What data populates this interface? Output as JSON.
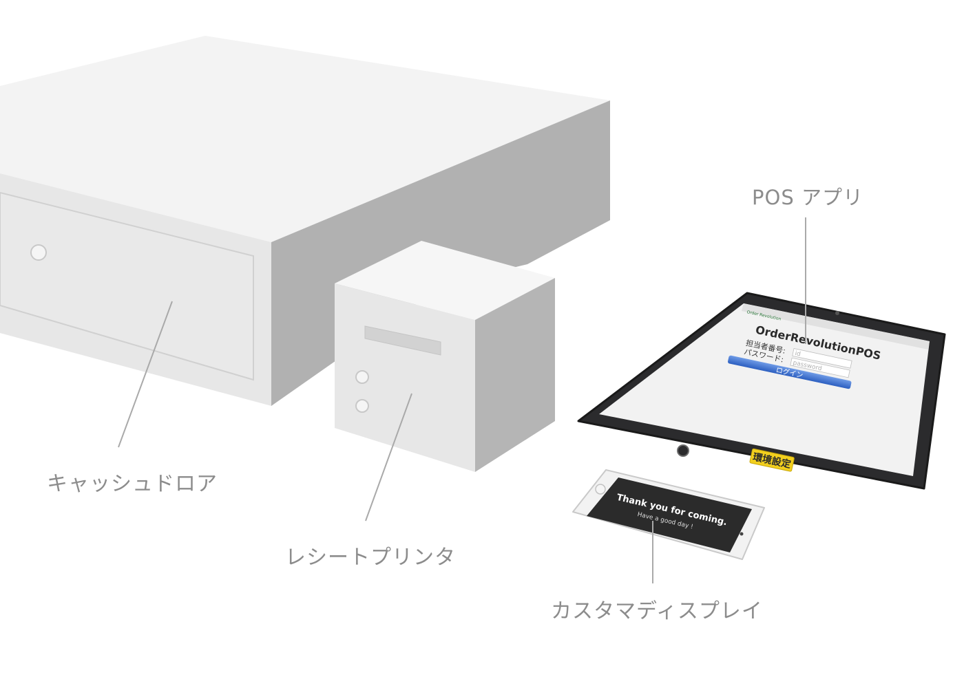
{
  "labels": {
    "cash_drawer": "キャッシュドロア",
    "receipt_printer": "レシートプリンタ",
    "customer_display": "カスタマディスプレイ",
    "pos_app": "POS アプリ"
  },
  "pos_screen": {
    "brand": "Order Revolution",
    "title": "OrderRevolutionPOS",
    "staff_label": "担当者番号:",
    "password_label": "パスワード:",
    "id_placeholder": "id",
    "password_placeholder": "password",
    "login_button": "ログイン",
    "settings_button": "環境設定"
  },
  "customer_screen": {
    "message": "Thank you for coming.",
    "submessage": "Have a good day !"
  },
  "colors": {
    "label_text": "#8c8c8c",
    "leader_line": "#a9a9a9",
    "device_top": "#f3f3f3",
    "device_front": "#e6e6e6",
    "device_side": "#b1b1b1",
    "tablet_body": "#2b2b2d",
    "login_blue": "#3a6fc9",
    "settings_yellow": "#f2cf1e"
  }
}
